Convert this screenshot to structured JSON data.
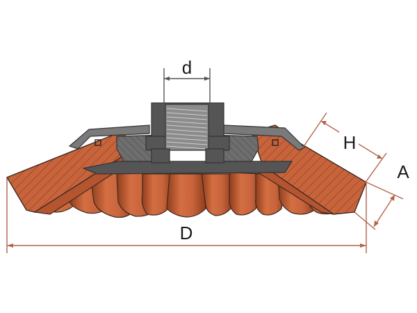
{
  "dimensions": {
    "d_label": "d",
    "H_label": "H",
    "A_label": "A",
    "D_label": "D"
  },
  "colors": {
    "bristle_fill": "#c8643c",
    "bristle_dark": "#a84e2c",
    "bristle_hatch": "#8a3a1e",
    "metal": "#555555",
    "dimension_line": "#b0644a"
  }
}
